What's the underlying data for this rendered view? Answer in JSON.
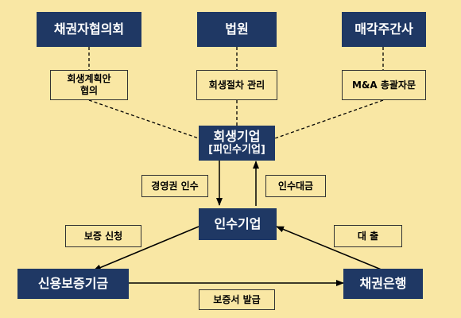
{
  "nodes": {
    "creditor_council": "채권자협의회",
    "court": "법원",
    "sale_manager": "매각주간사",
    "rehab_company": {
      "line1": "회생기업",
      "line2": "[피인수기업]"
    },
    "acquirer": "인수기업",
    "credit_guarantee_fund": "신용보증기금",
    "creditor_bank": "채권은행"
  },
  "labels": {
    "rehab_plan": {
      "line1": "회생계획안",
      "line2": "협의"
    },
    "rehab_procedure": "회생절차 관리",
    "ma_advisory": "M&A 총괄자문",
    "management_acquisition": "경영권 인수",
    "acquisition_payment": "인수대금",
    "guarantee_application": "보증 신청",
    "loan": "대 출",
    "guarantee_issuance": "보증서 발급"
  },
  "colors": {
    "background": "#f9e7a4",
    "box_fill": "#1f3864",
    "box_text": "#ffffff",
    "line": "#000000"
  }
}
